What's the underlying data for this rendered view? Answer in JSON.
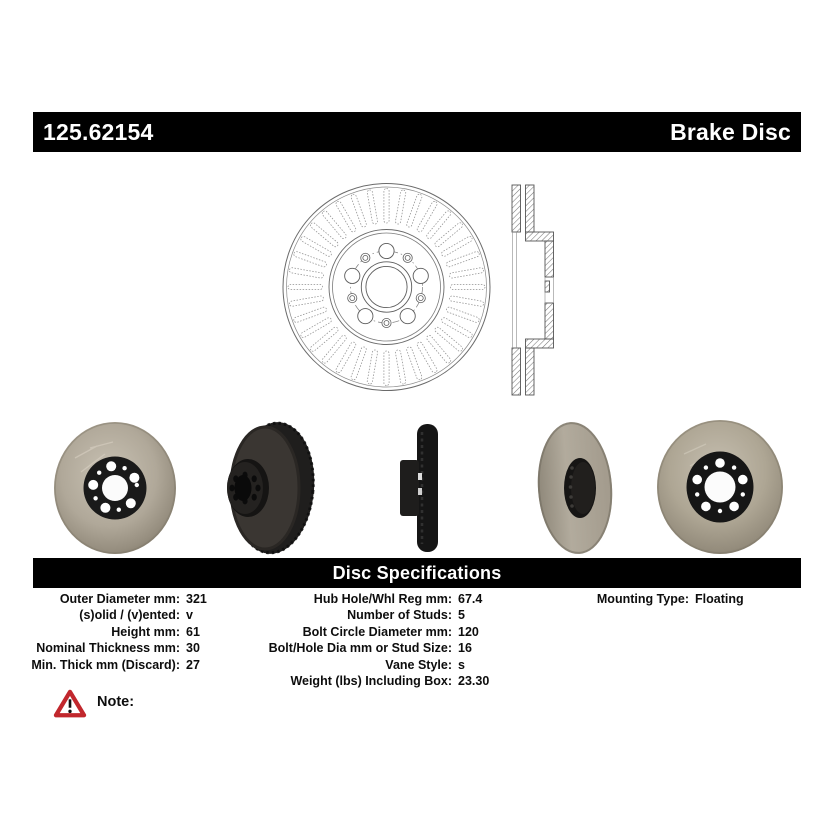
{
  "header": {
    "part_number": "125.62154",
    "product_name": "Brake Disc"
  },
  "section_header": {
    "title": "Disc Specifications"
  },
  "specs": {
    "column1": [
      {
        "label": "Outer Diameter mm:",
        "value": "321"
      },
      {
        "label": "(s)olid / (v)ented:",
        "value": "v"
      },
      {
        "label": "Height mm:",
        "value": "61"
      },
      {
        "label": "Nominal Thickness mm:",
        "value": "30"
      },
      {
        "label": "Min. Thick mm (Discard):",
        "value": "27"
      }
    ],
    "column2": [
      {
        "label": "Hub Hole/Whl Reg mm:",
        "value": "67.4"
      },
      {
        "label": "Number of Studs:",
        "value": "5"
      },
      {
        "label": "Bolt Circle Diameter mm:",
        "value": "120"
      },
      {
        "label": "Bolt/Hole Dia mm or Stud Size:",
        "value": "16"
      },
      {
        "label": "Vane Style:",
        "value": "s"
      },
      {
        "label": "Weight (lbs) Including Box:",
        "value": "23.30"
      }
    ],
    "column3": [
      {
        "label": "Mounting Type:",
        "value": "Floating"
      }
    ]
  },
  "note": {
    "label": "Note:",
    "warning_icon": "warning-triangle-icon",
    "warning_color": "#c1272d"
  },
  "figures": {
    "front_drawing": "brake-disc-front-technical-drawing",
    "section_drawing": "brake-disc-cross-section-drawing",
    "photos": [
      "disc-front-view-photo",
      "disc-three-quarter-view-photo",
      "disc-edge-view-photo",
      "disc-rear-three-quarter-view-photo",
      "disc-front-angled-view-photo"
    ]
  },
  "colors": {
    "header_bg": "#000000",
    "header_text": "#ffffff",
    "warning_red": "#c1272d"
  }
}
